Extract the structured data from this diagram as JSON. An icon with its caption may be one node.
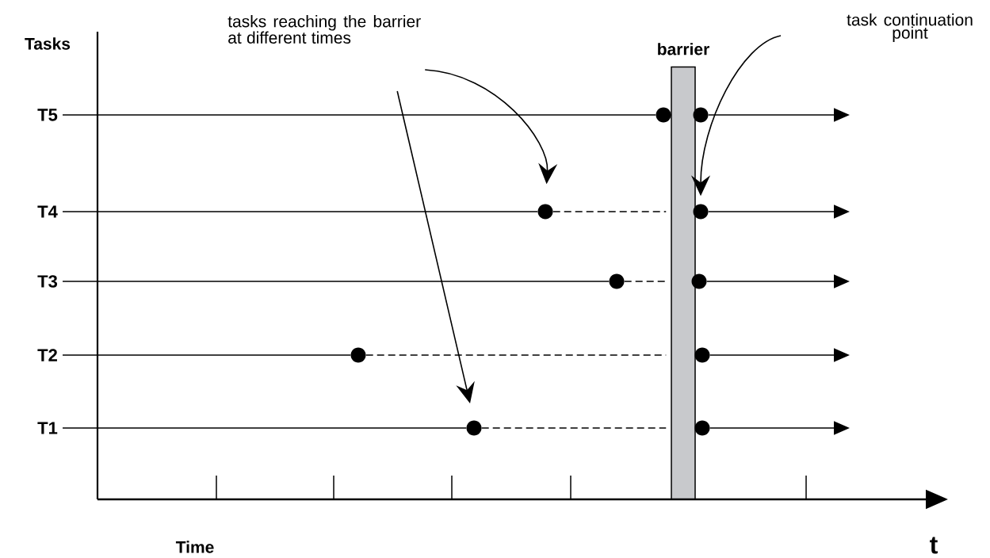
{
  "diagram": {
    "nodes": [
      {
        "text": [
          "tasks reaching the barrier at different times"
        ]
      },
      {
        "text": [
          "task continuation point"
        ]
      },
      {
        "text": [
          "barrier"
        ]
      },
      {
        "text": [
          "T5"
        ]
      },
      {
        "text": [
          "T4"
        ]
      },
      {
        "text": [
          "T3"
        ]
      },
      {
        "text": [
          "T2"
        ]
      },
      {
        "text": [
          "T1"
        ]
      },
      {
        "text": [],
        "shape": "circle"
      },
      {
        "text": [],
        "shape": "circle"
      },
      {
        "text": [],
        "shape": "circle"
      },
      {
        "text": [],
        "shape": "circle"
      },
      {
        "text": [],
        "shape": "circle"
      },
      {
        "text": [],
        "shape": "circle"
      },
      {
        "text": [],
        "shape": "circle"
      },
      {
        "text": [],
        "shape": "circle"
      },
      {
        "text": [],
        "shape": "circle"
      },
      {
        "text": [],
        "shape": "circle"
      }
    ],
    "edges": [
      {
        "from": 0,
        "to": 10,
        "arrow": "to"
      },
      {
        "from": 0,
        "to": 16,
        "arrow": "to"
      },
      {
        "from": 1,
        "to": 11,
        "arrow": "to"
      },
      {
        "from": 3,
        "to": 8,
        "arrow": "none"
      },
      {
        "from": 8,
        "to": 2,
        "arrow": "none"
      },
      {
        "from": 9,
        "to": null,
        "arrow": "to"
      },
      {
        "from": 4,
        "to": 10,
        "arrow": "none"
      },
      {
        "from": 10,
        "to": 2,
        "arrow": "none",
        "style": "dashed"
      },
      {
        "from": 11,
        "to": null,
        "arrow": "to"
      },
      {
        "from": 5,
        "to": 12,
        "arrow": "none"
      },
      {
        "from": 12,
        "to": 2,
        "arrow": "none",
        "style": "dashed"
      },
      {
        "from": 13,
        "to": null,
        "arrow": "to"
      },
      {
        "from": 6,
        "to": 14,
        "arrow": "none"
      },
      {
        "from": 14,
        "to": 2,
        "arrow": "none",
        "style": "dashed"
      },
      {
        "from": 15,
        "to": null,
        "arrow": "to"
      },
      {
        "from": 7,
        "to": 16,
        "arrow": "none"
      },
      {
        "from": 16,
        "to": 2,
        "arrow": "none",
        "style": "dashed"
      },
      {
        "from": 17,
        "to": null,
        "arrow": "to"
      }
    ],
    "labels": [
      "Tasks",
      "Time",
      "t"
    ]
  }
}
